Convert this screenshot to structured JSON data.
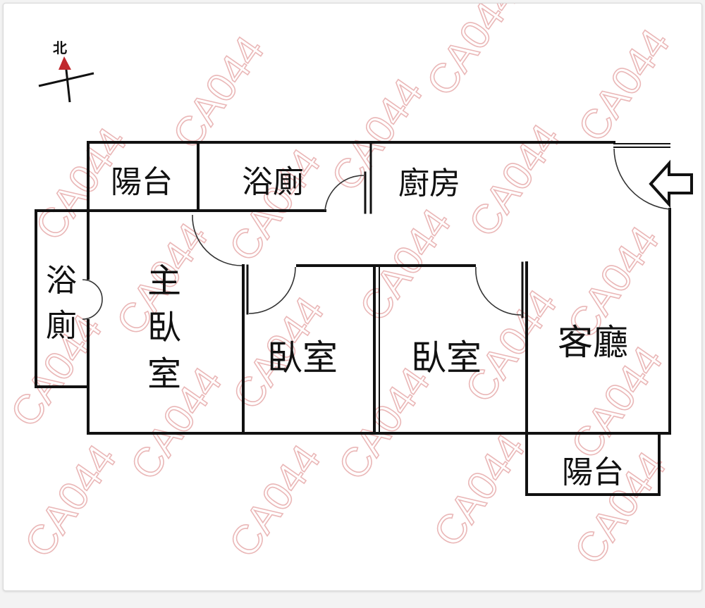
{
  "compass": {
    "north_label": "北"
  },
  "rooms": {
    "balcony_top": "陽台",
    "bath_top": "浴廁",
    "kitchen": "廚房",
    "bath_left_1": "浴",
    "bath_left_2": "廁",
    "master_1": "主",
    "master_2": "臥",
    "master_3": "室",
    "bedroom_1": "臥室",
    "bedroom_2": "臥室",
    "living": "客廳",
    "balcony_bottom": "陽台"
  },
  "entrance": {
    "icon": "arrow-left-icon"
  },
  "watermark": {
    "text": "CA044",
    "color": "#e3a0a0"
  },
  "colors": {
    "wall": "#111111",
    "door": "#333333",
    "north_arrow": "#c0282d"
  }
}
